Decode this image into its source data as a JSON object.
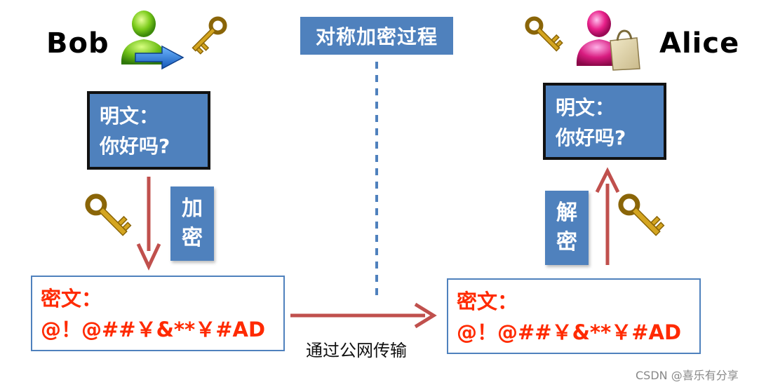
{
  "title": "对称加密过程",
  "bob": {
    "name": "Bob",
    "plaintext_label": "明文：",
    "plaintext_value": "你好吗?",
    "encrypt_label_1": "加",
    "encrypt_label_2": "密",
    "ciphertext_label": "密文：",
    "ciphertext_value": "@！@##￥&**￥#AD"
  },
  "alice": {
    "name": "Alice",
    "plaintext_label": "明文：",
    "plaintext_value": "你好吗?",
    "decrypt_label_1": "解",
    "decrypt_label_2": "密",
    "ciphertext_label": "密文：",
    "ciphertext_value": "@！@##￥&**￥#AD"
  },
  "transmission_caption": "通过公网传输",
  "watermark": "CSDN @喜乐有分享",
  "colors": {
    "accent_blue": "#4f81bd",
    "cipher_red": "#ff2a00",
    "arrow_red": "#c0504d",
    "key_gold": "#d4a520"
  },
  "icons": {
    "bob_avatar": "user-green-icon",
    "alice_avatar": "user-pink-icon",
    "key": "key-icon"
  }
}
